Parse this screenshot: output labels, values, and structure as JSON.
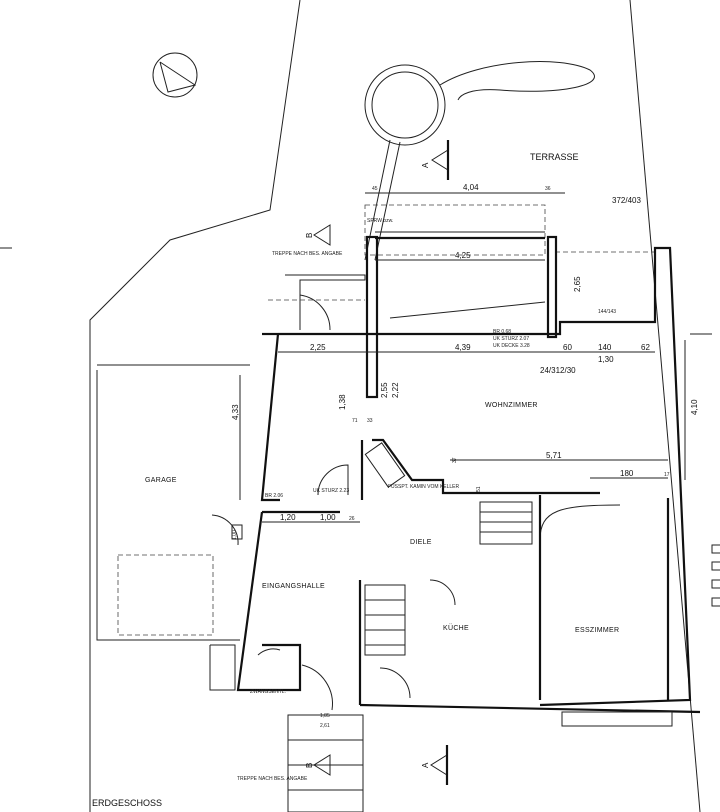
{
  "title": "ERDGESCHOSS",
  "rooms": {
    "terrasse": "TERRASSE",
    "wohnzimmer": "WOHNZIMMER",
    "garage": "GARAGE",
    "diele": "DIELE",
    "eingangshalle": "EINGANGSHALLE",
    "kueche": "KÜCHE",
    "esszimmer": "ESSZIMMER",
    "zwangsentl": "ZWANGSENTL."
  },
  "notes": {
    "treppe_top": "TREPPE NACH BES. ANGABE",
    "treppe_bottom": "TREPPE NACH BES. ANGABE",
    "kamin": "FUSSPT. KAMIN VOM KELLER",
    "sturz_entry": "UK STURZ 2.23",
    "br_entry": "BR 2.06",
    "br_wohn": "BR 0.68",
    "sturz_wohn": "UK STURZ 2.07",
    "decke_wohn": "UK DECKE 3.28",
    "sprw": "SPRW bzw.",
    "eh_ratio": "372/403",
    "hw_ratio": "24/312/30",
    "win_ratio": "144/143"
  },
  "dimensions": [
    "4,04",
    "45",
    "36",
    "4,25",
    "2,25",
    "4,39",
    "60",
    "140",
    "62",
    "1,30",
    "5,71",
    "180",
    "17",
    "1,20",
    "1,00",
    "26",
    "4,33",
    "4,10",
    "2,55",
    "2,22",
    "1,38",
    "71",
    "33",
    "37",
    "51",
    "2,65",
    "1,00",
    "1,85",
    "2,61"
  ],
  "section_markers": [
    "A",
    "B",
    "A",
    "B"
  ]
}
